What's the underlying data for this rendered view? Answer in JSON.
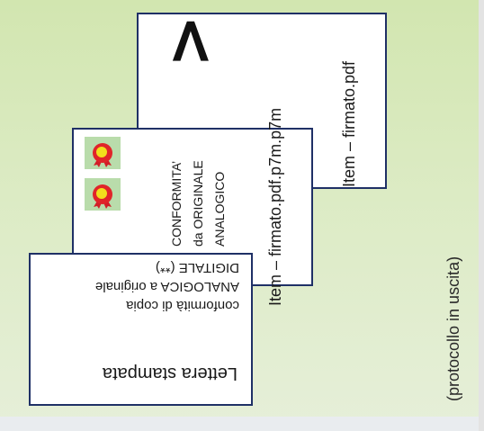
{
  "cards": {
    "pdf_signed": {
      "label": "Item – firmato.pdf"
    },
    "p7m": {
      "label": "Item – firmato.pdf.p7m.p7m"
    },
    "conformita": {
      "line1": "CONFORMITA’",
      "line2": "da ORIGINALE",
      "line3": "ANALOGICO"
    },
    "lettera": {
      "title": "Lettera stampata",
      "line1": "conformità di copia",
      "line2": "ANALOGICA a originale",
      "line3": "DIGITALE (**)"
    }
  },
  "footer_label": "(protocollo in uscita)",
  "icons": [
    "arrow-up-icon",
    "seal-icon",
    "seal-icon"
  ],
  "colors": {
    "panel": "#d5e8b8",
    "card_border": "#1f3066",
    "seal_bg": "#b9dcab",
    "seal_red": "#e0242a",
    "seal_yellow": "#f2de1c"
  }
}
